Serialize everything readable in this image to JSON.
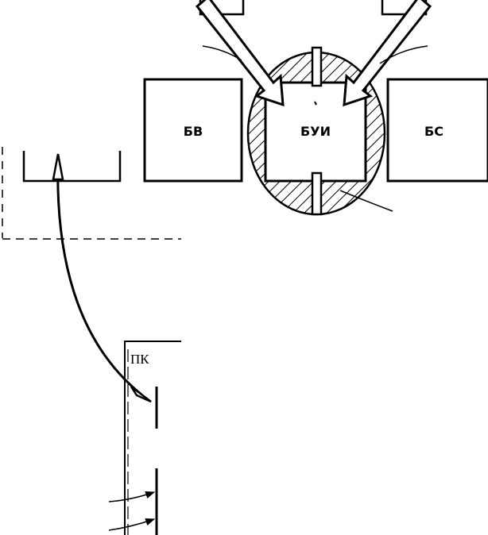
{
  "labels": {
    "bv": "БВ",
    "bui": "БУИ",
    "bs": "БС",
    "pk": "ПК"
  },
  "colors": {
    "line": "#000000",
    "background": "#ffffff"
  }
}
